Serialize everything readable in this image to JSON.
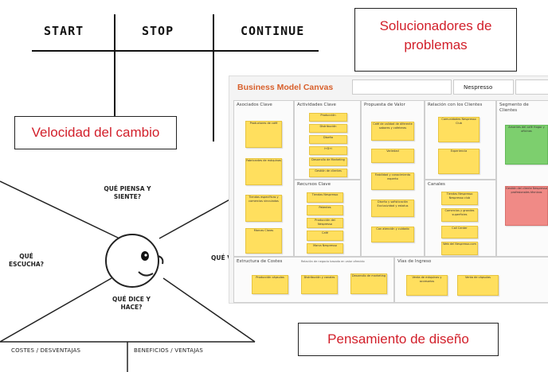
{
  "start_stop_continue": {
    "start": "START",
    "stop": "STOP",
    "continue": "CONTINUE"
  },
  "labels": {
    "solucionadores": "Solucionadores de problemas",
    "velocidad": "Velocidad del cambio",
    "pensamiento": "Pensamiento de diseño"
  },
  "empathy_map": {
    "que_piensa": "QUÉ PIENSA Y SIENTE?",
    "que_escucha": "QUÉ ESCUCHA?",
    "que_ve": "QUÉ VE?",
    "que_dice": "QUÉ DICE Y HACE?",
    "costes": "COSTES / DESVENTAJAS",
    "beneficios": "BENEFICIOS / VENTAJAS"
  },
  "bmc": {
    "title": "Business Model Canvas",
    "company": "Nespresso",
    "columns": {
      "asociados": "Asociados Clave",
      "actividades": "Actividades Clave",
      "propuesta": "Propuesta de Valor",
      "relacion": "Relación con los Clientes",
      "segmento": "Segmento de Clientes",
      "recursos": "Recursos Clave",
      "canales": "Canales",
      "costes": "Estructura de Costes",
      "ingresos": "Vías de Ingreso"
    },
    "costes_subtitle": "Relación de negocio basada en valor ofrecido",
    "notes": {
      "asociados": [
        "Productores de café",
        "Fabricantes de máquinas",
        "Tiendas específicas y comercios vinculados",
        "Marcas Claras"
      ],
      "actividades": [
        "Producción",
        "Distribución",
        "Diseño",
        "I+D+i",
        "Desarrollo de Marketing",
        "Gestión de clientes"
      ],
      "recursos": [
        "Tiendas Nespresso",
        "Patentes",
        "Producción del Nespresso",
        "Café",
        "Marca Nespresso"
      ],
      "propuesta": [
        "Café de calidad de diferente sabores y cafeteras",
        "Variedad",
        "Fiabilidad y conocimiento experto",
        "Diseño y sofisticación Exclusividad y estatus",
        "Con atención y cuidado"
      ],
      "relacion": [
        "Comunidades Nespresso Club",
        "Experiencia"
      ],
      "canales": [
        "Tiendas Nespresso Nespresso club",
        "Comercios y grandes superficies",
        "Call Center",
        "Web del Nespresso.com"
      ],
      "segmento": [
        "Amantes del café Hogar y oficinas",
        "Gestión del cliente Nespresso profesionales técnicos"
      ],
      "costes": [
        "Producción cápsulas",
        "Distribución y canales",
        "Desarrollo de marketing"
      ],
      "ingresos": [
        "Venta de máquinas y accesorios",
        "Venta de cápsulas"
      ]
    }
  }
}
